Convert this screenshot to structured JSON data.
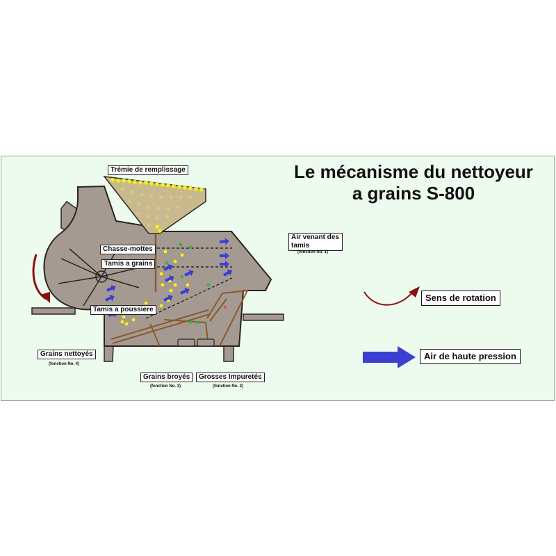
{
  "title": {
    "line1": "Le mécanisme du nettoyeur",
    "line2": "a grains S-800"
  },
  "labels": {
    "tremie": "Trémie de remplissage",
    "chasse": "Chasse-mottes",
    "tamis_grains": "Tamis a grains",
    "tamis_poussiere": "Tamis a poussiere",
    "air_venant": "Air venant des tamis",
    "air_venant_sub": "(fonction No. 1)",
    "grains_nettoyes": "Grains nettoyés",
    "grains_nettoyes_sub": "(fonction No. 4)",
    "grains_broyes": "Grains broyés",
    "grains_broyes_sub": "(fonction No. 3)",
    "grosses": "Grosses Impuretés",
    "grosses_sub": "(fonction No. 2)"
  },
  "legend": {
    "rotation": "Sens de rotation",
    "air": "Air de haute pression"
  },
  "colors": {
    "machine_fill": "#a49a91",
    "machine_stroke": "#2a2420",
    "grain": "#f2ee2e",
    "impurity": "#3fae4b",
    "air_arrow": "#3a3fd2",
    "rotation_arrow": "#8b1010",
    "chute": "#8a5a2c",
    "background": "#edfaee"
  }
}
